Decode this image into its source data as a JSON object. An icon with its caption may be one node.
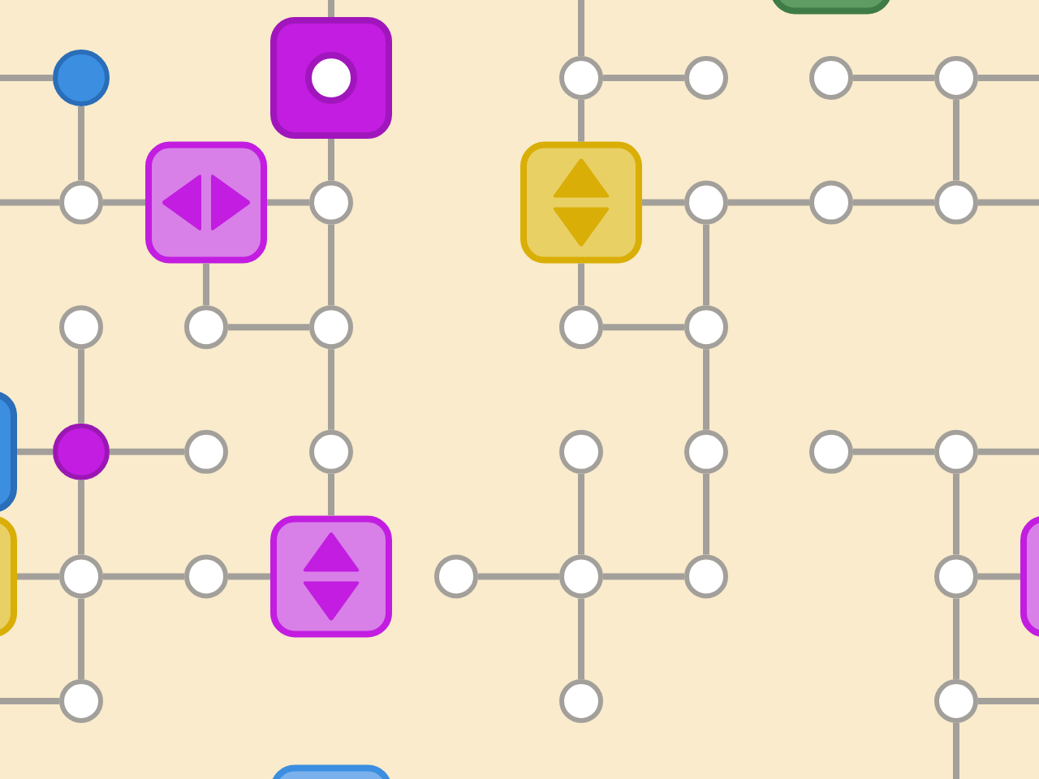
{
  "diagram": {
    "nodes": [
      {
        "text": [],
        "shape": "box"
      },
      {
        "text": [],
        "shape": "circle"
      },
      {
        "text": [],
        "shape": "box"
      },
      {
        "text": [],
        "shape": "circle"
      },
      {
        "text": [],
        "shape": "circle"
      },
      {
        "text": [],
        "shape": "circle"
      },
      {
        "text": [],
        "shape": "circle"
      },
      {
        "text": [],
        "shape": "circle"
      },
      {
        "text": [],
        "shape": "box"
      },
      {
        "text": [],
        "shape": "circle"
      },
      {
        "text": [],
        "shape": "box"
      },
      {
        "text": [],
        "shape": "circle"
      },
      {
        "text": [],
        "shape": "circle"
      },
      {
        "text": [],
        "shape": "circle"
      },
      {
        "text": [],
        "shape": "circle"
      },
      {
        "text": [],
        "shape": "circle"
      },
      {
        "text": [],
        "shape": "circle"
      },
      {
        "text": [],
        "shape": "circle"
      },
      {
        "text": [],
        "shape": "circle"
      },
      {
        "text": [],
        "shape": "box"
      },
      {
        "text": [],
        "shape": "circle"
      },
      {
        "text": [],
        "shape": "circle"
      },
      {
        "text": [],
        "shape": "circle"
      },
      {
        "text": [],
        "shape": "circle"
      },
      {
        "text": [],
        "shape": "circle"
      },
      {
        "text": [],
        "shape": "circle"
      },
      {
        "text": [],
        "shape": "circle"
      },
      {
        "text": [],
        "shape": "box"
      },
      {
        "text": [],
        "shape": "circle"
      },
      {
        "text": [],
        "shape": "circle"
      },
      {
        "text": [],
        "shape": "box"
      },
      {
        "text": [],
        "shape": "circle"
      },
      {
        "text": [],
        "shape": "circle"
      },
      {
        "text": [],
        "shape": "circle"
      },
      {
        "text": [],
        "shape": "circle"
      },
      {
        "text": [],
        "shape": "box"
      },
      {
        "text": [],
        "shape": "circle"
      },
      {
        "text": [],
        "shape": "circle"
      },
      {
        "text": [],
        "shape": "circle"
      },
      {
        "text": [],
        "shape": "box"
      }
    ],
    "edges": [
      {
        "from": null,
        "to": 1,
        "arrow": "none"
      },
      {
        "from": 1,
        "to": 7,
        "arrow": "none"
      },
      {
        "from": null,
        "to": 2,
        "arrow": "none"
      },
      {
        "from": 2,
        "to": 9,
        "arrow": "none"
      },
      {
        "from": null,
        "to": 3,
        "arrow": "none"
      },
      {
        "from": 3,
        "to": 4,
        "arrow": "none"
      },
      {
        "from": 3,
        "to": 10,
        "arrow": "none"
      },
      {
        "from": 5,
        "to": 6,
        "arrow": "none"
      },
      {
        "from": 6,
        "to": 13,
        "arrow": "none"
      },
      {
        "from": 6,
        "to": null,
        "arrow": "none"
      },
      {
        "from": null,
        "to": 7,
        "arrow": "none"
      },
      {
        "from": 7,
        "to": 8,
        "arrow": "none"
      },
      {
        "from": 8,
        "to": 9,
        "arrow": "none"
      },
      {
        "from": 8,
        "to": 15,
        "arrow": "none"
      },
      {
        "from": 9,
        "to": 16,
        "arrow": "none"
      },
      {
        "from": 10,
        "to": 11,
        "arrow": "none"
      },
      {
        "from": 10,
        "to": 17,
        "arrow": "none"
      },
      {
        "from": 11,
        "to": 12,
        "arrow": "none"
      },
      {
        "from": 11,
        "to": 18,
        "arrow": "none"
      },
      {
        "from": 12,
        "to": 13,
        "arrow": "none"
      },
      {
        "from": 13,
        "to": null,
        "arrow": "none"
      },
      {
        "from": 14,
        "to": 20,
        "arrow": "none"
      },
      {
        "from": 15,
        "to": 16,
        "arrow": "none"
      },
      {
        "from": 16,
        "to": 22,
        "arrow": "none"
      },
      {
        "from": 17,
        "to": 18,
        "arrow": "none"
      },
      {
        "from": 18,
        "to": 24,
        "arrow": "none"
      },
      {
        "from": 19,
        "to": 20,
        "arrow": "none"
      },
      {
        "from": 20,
        "to": 21,
        "arrow": "none"
      },
      {
        "from": 20,
        "to": 28,
        "arrow": "none"
      },
      {
        "from": 22,
        "to": 30,
        "arrow": "none"
      },
      {
        "from": 23,
        "to": 32,
        "arrow": "none"
      },
      {
        "from": 24,
        "to": 33,
        "arrow": "none"
      },
      {
        "from": 25,
        "to": 26,
        "arrow": "none"
      },
      {
        "from": 26,
        "to": null,
        "arrow": "none"
      },
      {
        "from": 26,
        "to": 34,
        "arrow": "none"
      },
      {
        "from": 27,
        "to": 28,
        "arrow": "none"
      },
      {
        "from": 28,
        "to": 29,
        "arrow": "none"
      },
      {
        "from": 29,
        "to": 30,
        "arrow": "none"
      },
      {
        "from": 28,
        "to": 36,
        "arrow": "none"
      },
      {
        "from": 31,
        "to": 32,
        "arrow": "none"
      },
      {
        "from": 32,
        "to": 33,
        "arrow": "none"
      },
      {
        "from": 32,
        "to": 37,
        "arrow": "none"
      },
      {
        "from": 34,
        "to": 35,
        "arrow": "none"
      },
      {
        "from": 34,
        "to": 38,
        "arrow": "none"
      },
      {
        "from": null,
        "to": 36,
        "arrow": "none"
      },
      {
        "from": 38,
        "to": null,
        "arrow": "none"
      },
      {
        "from": 38,
        "to": null,
        "arrow": "none"
      }
    ]
  }
}
